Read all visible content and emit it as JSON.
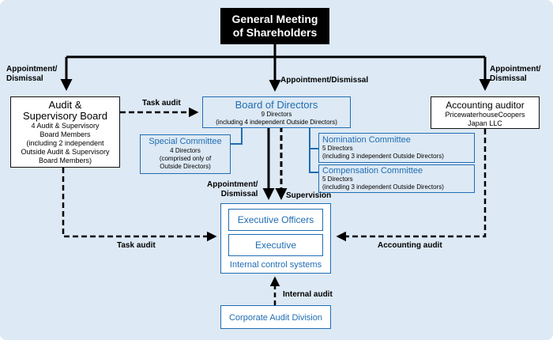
{
  "shareholders": {
    "line1": "General Meeting",
    "line2": "of Shareholders"
  },
  "audit_board": {
    "title_line1": "Audit &",
    "title_line2": "Supervisory Board",
    "desc_line1": "4 Audit & Supervisory",
    "desc_line2": "Board Members",
    "desc_line3": "(including 2 independent",
    "desc_line4": "Outside Audit & Supervisory",
    "desc_line5": "Board Members)"
  },
  "board": {
    "title": "Board of Directors",
    "desc_line1": "9 Directors",
    "desc_line2": "(including 4 independent Outside Directors)"
  },
  "accounting_auditor": {
    "title": "Accounting auditor",
    "desc_line1": "PricewaterhouseCoopers",
    "desc_line2": "Japan LLC"
  },
  "special_committee": {
    "title": "Special Committee",
    "desc_line1": "4 Directors",
    "desc_line2": "(comprised only of",
    "desc_line3": "Outside Directors)"
  },
  "nomination_committee": {
    "title": "Nomination Committee",
    "desc_line1": "5 Directors",
    "desc_line2": "(including 3 independent Outside Directors)"
  },
  "compensation_committee": {
    "title": "Compensation Committee",
    "desc_line1": "5 Directors",
    "desc_line2": "(including 3 independent Outside Directors)"
  },
  "executive_block": {
    "officers": "Executive Officers",
    "executive": "Executive",
    "caption": "Internal control systems"
  },
  "audit_division": {
    "title": "Corporate Audit Division"
  },
  "labels": {
    "appt_left_1": "Appointment/",
    "appt_left_2": "Dismissal",
    "appt_center": "Appointment/Dismissal",
    "appt_right_1": "Appointment/",
    "appt_right_2": "Dismissal",
    "task_audit_top": "Task audit",
    "appt_exec_1": "Appointment/",
    "appt_exec_2": "Dismissal",
    "supervision": "Supervision",
    "task_audit_bottom": "Task audit",
    "accounting_audit": "Accounting audit",
    "internal_audit": "Internal audit"
  },
  "colors": {
    "accent": "#1f6db3",
    "background": "#dde9f4",
    "ink": "#000000"
  }
}
